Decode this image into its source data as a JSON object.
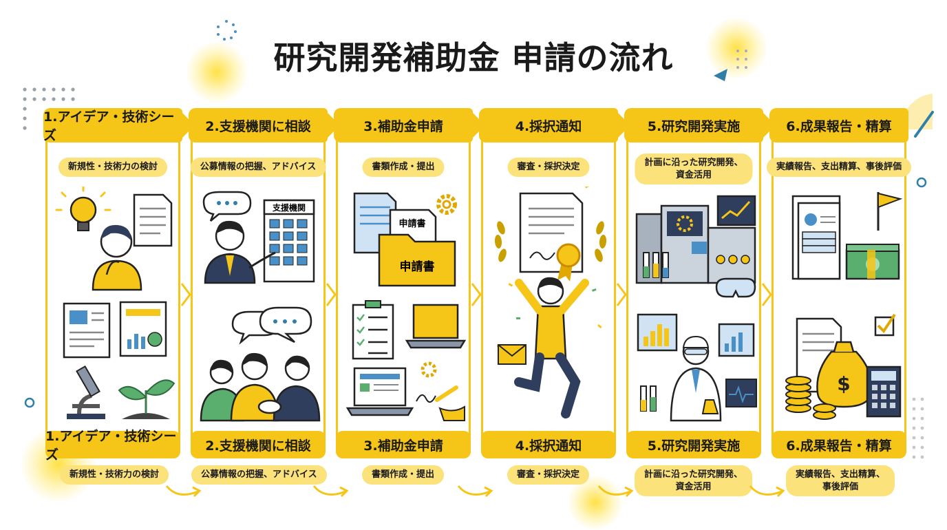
{
  "title": "研究開発補助金 申請の流れ",
  "colors": {
    "accent": "#F5C518",
    "accent_light": "#FBE27A",
    "navy": "#2F3E5C",
    "green": "#5BAF6E",
    "blue": "#4A90C8"
  },
  "steps": [
    {
      "title": "1.アイデア・技術シーズ",
      "subtitle": "新規性・技術力の検討",
      "icons": [
        "lightbulb-icon",
        "thinking-person-icon",
        "document-icon",
        "report-icon",
        "microscope-icon",
        "sprout-icon"
      ]
    },
    {
      "title": "2.支援機関に相談",
      "subtitle": "公募情報の把握、アドバイス",
      "building_label": "支援機関",
      "icons": [
        "speech-bubble-icon",
        "building-icon",
        "consultant-icon",
        "handshake-icon"
      ]
    },
    {
      "title": "3.補助金申請",
      "subtitle": "書類作成・提出",
      "doc_label": "申請書",
      "folder_label": "申請書",
      "icons": [
        "document-icon",
        "folder-icon",
        "gear-icon",
        "checklist-icon",
        "laptop-icon",
        "signing-pen-icon"
      ]
    },
    {
      "title": "4.採択通知",
      "subtitle": "審査・採択決定",
      "icons": [
        "certificate-icon",
        "laurel-icon",
        "award-medal-icon",
        "envelope-icon",
        "jumping-person-icon",
        "confetti-icon"
      ]
    },
    {
      "title": "5.研究開発実施",
      "subtitle": "計画に沿った研究開発、資金活用",
      "sub_lines": [
        "計画に沿った研究開発、",
        "資金活用"
      ],
      "icons": [
        "lab-machine-icon",
        "monitor-chart-icon",
        "test-tube-icon",
        "scientist-icon",
        "goggles-icon"
      ]
    },
    {
      "title": "6.成果報告・精算",
      "subtitle": "実績報告、支出精算、事後評価",
      "icons": [
        "report-icon",
        "flag-icon",
        "money-stack-icon",
        "checkmark-icon",
        "money-bag-icon",
        "coins-icon",
        "calculator-icon"
      ]
    }
  ],
  "footer": [
    {
      "title": "1.アイデア・技術シーズ",
      "subtitle": "新規性・技術力の検討"
    },
    {
      "title": "2.支援機関に相談",
      "subtitle": "公募情報の把握、アドバイス"
    },
    {
      "title": "3.補助金申請",
      "subtitle": "書類作成・提出"
    },
    {
      "title": "4.採択通知",
      "subtitle": "審査・採択決定"
    },
    {
      "title": "5.研究開発実施",
      "sub_lines": [
        "計画に沿った研究開発、",
        "資金活用"
      ]
    },
    {
      "title": "6.成果報告・精算",
      "sub_lines": [
        "実績報告、支出精算、",
        "事後評価"
      ]
    }
  ]
}
